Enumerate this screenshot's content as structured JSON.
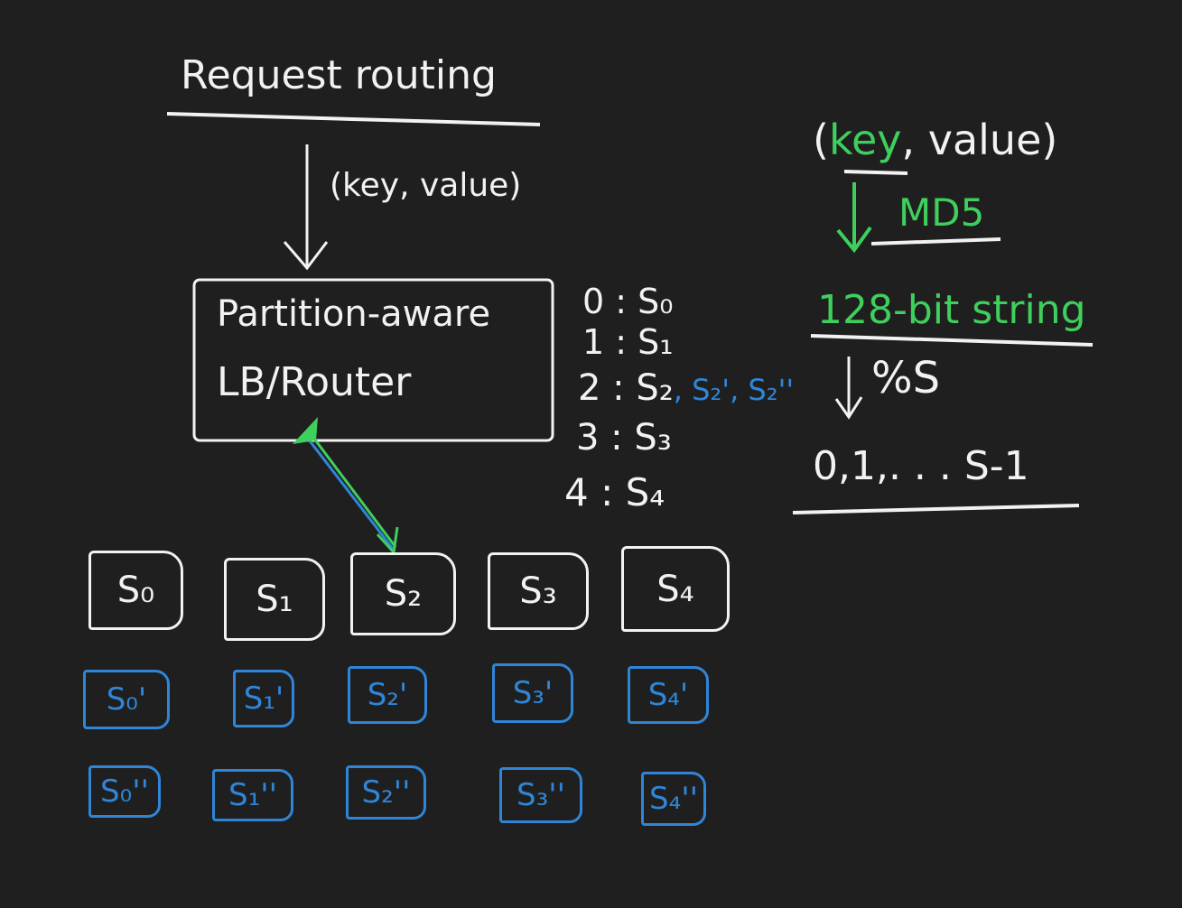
{
  "title": "Request routing",
  "request_label": "(key, value)",
  "router": {
    "line1": "Partition-aware",
    "line2": "LB/Router"
  },
  "mapping": [
    {
      "index": "0",
      "server": "S₀"
    },
    {
      "index": "1",
      "server": "S₁"
    },
    {
      "index": "2",
      "server": "S₂",
      "replicas": ", S₂', S₂''"
    },
    {
      "index": "3",
      "server": "S₃"
    },
    {
      "index": "4",
      "server": "S₄"
    }
  ],
  "servers": [
    "S₀",
    "S₁",
    "S₂",
    "S₃",
    "S₄"
  ],
  "replicas_1": [
    "S₀'",
    "S₁'",
    "S₂'",
    "S₃'",
    "S₄'"
  ],
  "replicas_2": [
    "S₀''",
    "S₁''",
    "S₂''",
    "S₃''",
    "S₄''"
  ],
  "hashing": {
    "open": "(",
    "key": "key",
    "rest": ", value)",
    "hash_fn": "MD5",
    "hash_output": "128-bit string",
    "modulo": "%S",
    "range": "0,1,. . . S-1"
  },
  "colors": {
    "background": "#1f1f1f",
    "ink": "#f2f2f2",
    "green": "#3fcf5c",
    "blue": "#2f86d8"
  }
}
